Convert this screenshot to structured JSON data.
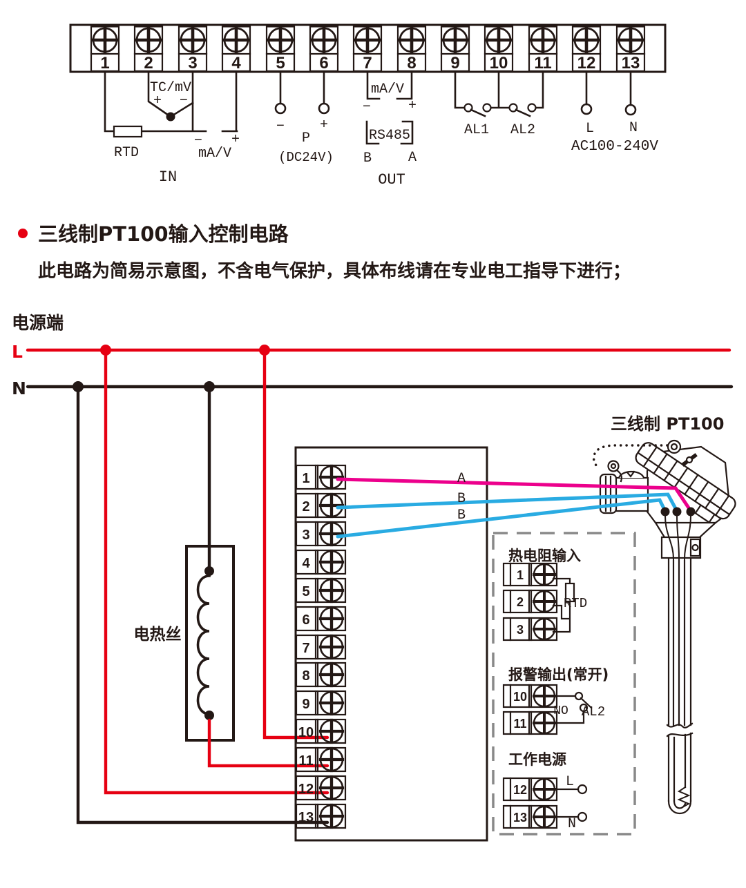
{
  "colors": {
    "ink": "#231815",
    "red": "#e60012",
    "magenta": "#ec008c",
    "blue": "#29abe2",
    "dash_gray": "#898989"
  },
  "terminal_numbers": [
    "1",
    "2",
    "3",
    "4",
    "5",
    "6",
    "7",
    "8",
    "9",
    "10",
    "11",
    "12",
    "13"
  ],
  "top_strip": {
    "labels": {
      "tc_mv": "TC/mV",
      "plus": "+",
      "minus": "−",
      "rtd": "RTD",
      "ma_v": "mA/V",
      "in_label": "IN",
      "p_label": "P",
      "dc24v": "(DC24V)",
      "rs485": "RS485",
      "b_label": "B",
      "a_label": "A",
      "out_label": "OUT",
      "al1": "AL1",
      "al2": "AL2",
      "l_label": "L",
      "n_label": "N",
      "ac_range": "AC100-240V"
    }
  },
  "heading": {
    "title": "三线制PT100输入控制电路",
    "note": "此电路为简易示意图，不含电气保护，具体布线请在专业电工指导下进行；"
  },
  "power": {
    "source_label": "电源端",
    "l_label": "L",
    "n_label": "N"
  },
  "heater": {
    "label": "电热丝"
  },
  "sensor": {
    "label": "三线制 PT100"
  },
  "center_block": {
    "wire_a": "A",
    "wire_b1": "B",
    "wire_b2": "B"
  },
  "detail_box": {
    "rtd_title": "热电阻输入",
    "rtd_label": "RTD",
    "alarm_title": "报警输出(常开)",
    "no_label": "NO",
    "al2_label": "AL2",
    "power_title": "工作电源",
    "l_label": "L",
    "n_label": "N"
  }
}
